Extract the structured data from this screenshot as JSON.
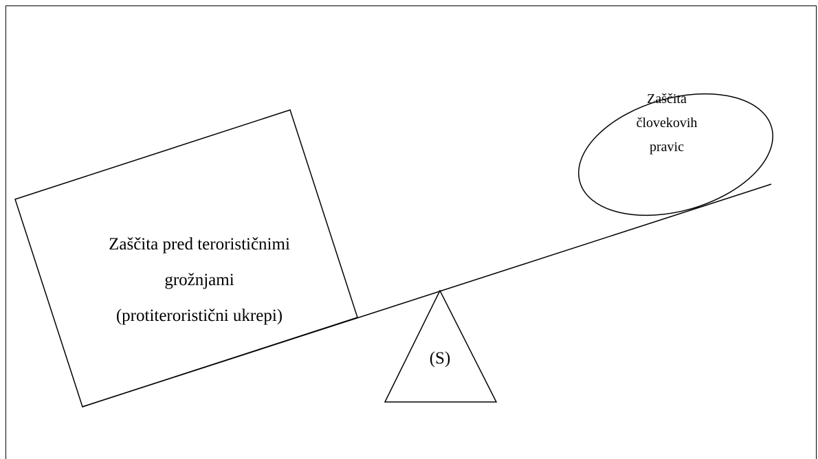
{
  "box": {
    "lines": [
      "Zaščita pred terorističnimi",
      "grožnjami",
      "(protiteroristični ukrepi)"
    ]
  },
  "ellipse": {
    "lines": [
      "Zaščita",
      "človekovih",
      "pravic"
    ]
  },
  "fulcrum": {
    "label": "(S)"
  }
}
